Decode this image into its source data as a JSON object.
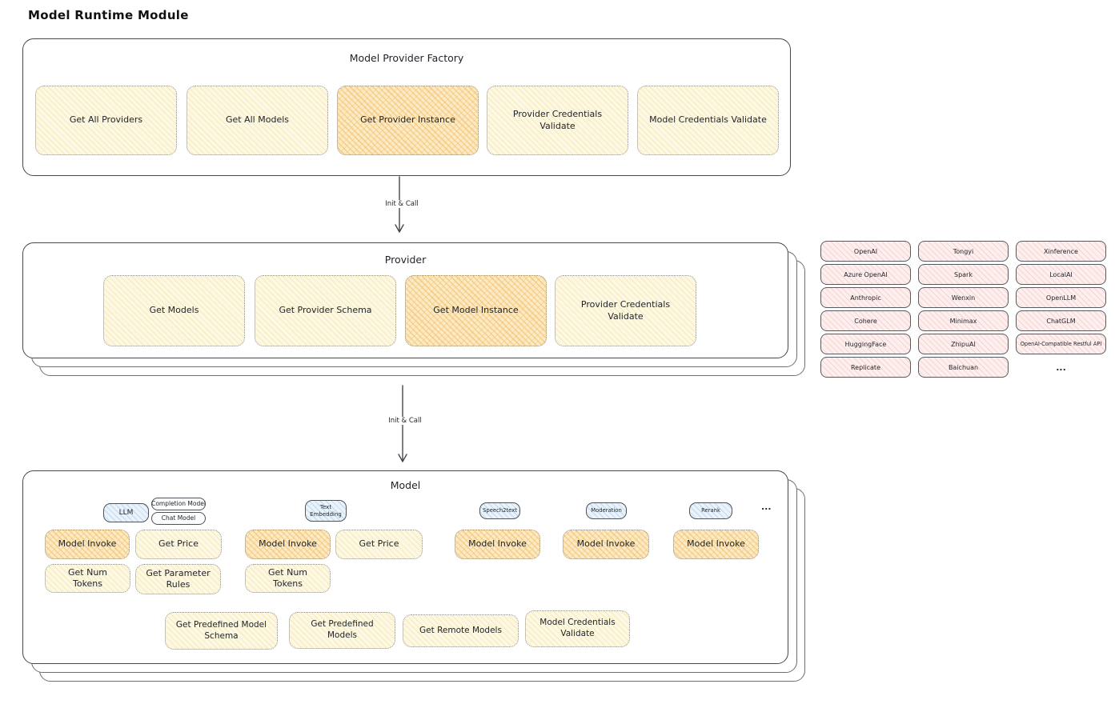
{
  "page": {
    "title": "Model Runtime Module"
  },
  "factory": {
    "title": "Model Provider Factory",
    "buttons": [
      {
        "label": "Get All Providers",
        "highlight": false
      },
      {
        "label": "Get All Models",
        "highlight": false
      },
      {
        "label": "Get Provider Instance",
        "highlight": true
      },
      {
        "label": "Provider Credentials Validate",
        "highlight": false
      },
      {
        "label": "Model Credentials Validate",
        "highlight": false
      }
    ]
  },
  "arrows": [
    {
      "label": "Init & Call"
    },
    {
      "label": "Init & Call"
    }
  ],
  "provider": {
    "title": "Provider",
    "buttons": [
      {
        "label": "Get Models",
        "highlight": false
      },
      {
        "label": "Get Provider Schema",
        "highlight": false
      },
      {
        "label": "Get Model Instance",
        "highlight": true
      },
      {
        "label": "Provider Credentials Validate",
        "highlight": false
      }
    ]
  },
  "provider_list": {
    "items": [
      "OpenAI",
      "Tongyi",
      "Xinference",
      "Azure OpenAI",
      "Spark",
      "LocalAI",
      "Anthropic",
      "Wenxin",
      "OpenLLM",
      "Cohere",
      "Minimax",
      "ChatGLM",
      "HuggingFace",
      "ZhipuAI",
      "OpenAI-Compatible Restful API",
      "Replicate",
      "Baichuan"
    ],
    "ellipsis": "..."
  },
  "model": {
    "title": "Model",
    "ellipsis": "...",
    "groups": [
      {
        "tab": "LLM",
        "subtabs": [
          "Completion Model",
          "Chat Model"
        ],
        "buttons": [
          {
            "label": "Model Invoke",
            "highlight": true
          },
          {
            "label": "Get Price",
            "highlight": false
          },
          {
            "label": "Get Num Tokens",
            "highlight": false
          },
          {
            "label": "Get Parameter Rules",
            "highlight": false
          }
        ]
      },
      {
        "tab": "Text Embedding",
        "subtabs": [],
        "buttons": [
          {
            "label": "Model Invoke",
            "highlight": true
          },
          {
            "label": "Get Price",
            "highlight": false
          },
          {
            "label": "Get Num Tokens",
            "highlight": false
          }
        ]
      },
      {
        "tab": "Speech2text",
        "subtabs": [],
        "buttons": [
          {
            "label": "Model Invoke",
            "highlight": true
          }
        ]
      },
      {
        "tab": "Moderation",
        "subtabs": [],
        "buttons": [
          {
            "label": "Model Invoke",
            "highlight": true
          }
        ]
      },
      {
        "tab": "Rerank",
        "subtabs": [],
        "buttons": [
          {
            "label": "Model Invoke",
            "highlight": true
          }
        ]
      }
    ],
    "bottom_buttons": [
      {
        "label": "Get Predefined Model Schema"
      },
      {
        "label": "Get Predefined Models"
      },
      {
        "label": "Get Remote Models"
      },
      {
        "label": "Model Credentials Validate"
      }
    ]
  },
  "colors": {
    "node_yellow": "#fdf8e4",
    "node_orange": "#fbeac4",
    "tab_blue": "#eaf3fb",
    "chip_pink": "#fdefee",
    "outline": "#43484d",
    "ink": "#1f2328"
  }
}
